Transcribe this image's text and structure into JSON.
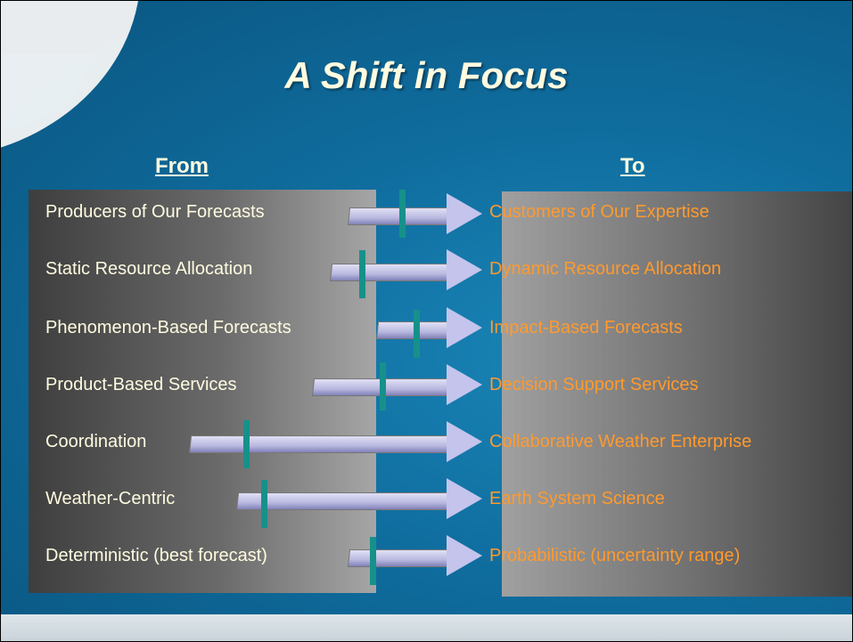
{
  "title": "A Shift in Focus",
  "headings": {
    "from": "From",
    "to": "To"
  },
  "rows": [
    {
      "from": "Producers of Our Forecasts",
      "to": "Customers of Our Expertise"
    },
    {
      "from": "Static Resource Allocation",
      "to": "Dynamic Resource Allocation"
    },
    {
      "from": "Phenomenon-Based Forecasts",
      "to": "Impact-Based Forecasts"
    },
    {
      "from": "Product-Based Services",
      "to": "Decision Support Services"
    },
    {
      "from": "Coordination",
      "to": "Collaborative Weather Enterprise"
    },
    {
      "from": "Weather-Centric",
      "to": "Earth System Science"
    },
    {
      "from": "Deterministic (best forecast)",
      "to": "Probabilistic (uncertainty range)"
    }
  ],
  "colors": {
    "from_text": "#fffbe0",
    "to_text": "#ff9a2e",
    "tick": "#16918a",
    "arrow": "#c4c4ec"
  }
}
